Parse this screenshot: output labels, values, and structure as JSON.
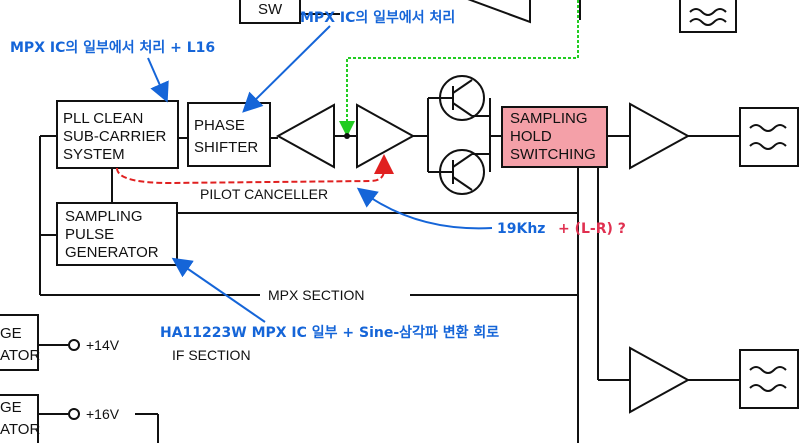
{
  "blocks": {
    "top_partial": "SW",
    "pll": [
      "PLL CLEAN",
      "SUB-CARRIER",
      "SYSTEM"
    ],
    "phase": [
      "PHASE",
      "SHIFTER"
    ],
    "sampling_hold": [
      "SAMPLING",
      "HOLD",
      "SWITCHING"
    ],
    "sampling_pulse": [
      "SAMPLING",
      "PULSE",
      "GENERATOR"
    ],
    "gen1_partial": [
      "GE",
      "ATOR"
    ],
    "gen2_partial": [
      "GE",
      "ATOR"
    ]
  },
  "labels": {
    "pilot_canceller": "PILOT CANCELLER",
    "mpx_section": "MPX SECTION",
    "if_section": "IF SECTION",
    "v14": "+14V",
    "v16": "+16V"
  },
  "annotations": {
    "top": "MPX IC의 일부에서 처리",
    "left": "MPX IC의 일부에서 처리 + L16",
    "signal_a": "19Khz",
    "signal_b": "+ (L-R) ?",
    "bottom": "HA11223W MPX IC 일부 +   Sine-삼각파 변환 회로"
  },
  "colors": {
    "annotation_blue": "#1565d8",
    "annotation_red": "#e03050",
    "highlight_fill": "#f4a0a8",
    "pilot_path": "#e02020",
    "green_wire": "#22cc22"
  }
}
